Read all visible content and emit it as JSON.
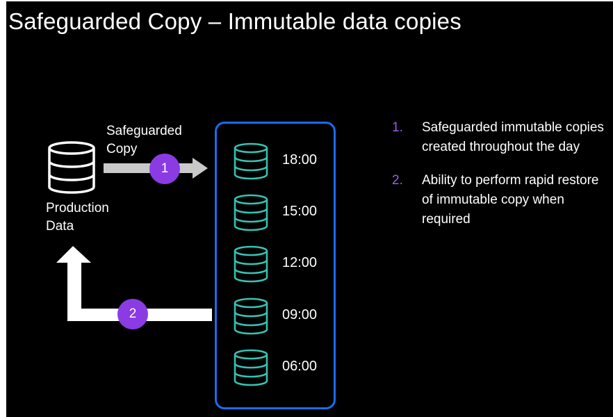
{
  "title": "Safeguarded Copy – Immutable data copies",
  "production": {
    "label_line1": "Production",
    "label_line2": "Data",
    "icon": "database-icon",
    "color": "#ffffff"
  },
  "copy_arrow": {
    "label_line1": "Safeguarded",
    "label_line2": "Copy",
    "badge": "1",
    "color": "#c9c9c9"
  },
  "restore_arrow": {
    "badge": "2",
    "color": "#ffffff"
  },
  "snapshots": {
    "border_color": "#1a6cf0",
    "icon_color": "#35c4b4",
    "items": [
      {
        "time": "18:00"
      },
      {
        "time": "15:00"
      },
      {
        "time": "12:00"
      },
      {
        "time": "09:00"
      },
      {
        "time": "06:00"
      }
    ]
  },
  "steps": [
    {
      "number": "1.",
      "text": "Safeguarded immutable copies created throughout the day"
    },
    {
      "number": "2.",
      "text": "Ability to perform rapid restore of immutable copy when required"
    }
  ],
  "colors": {
    "background": "#000000",
    "badge": "#8b3be3",
    "step_number": "#9a5cf0"
  }
}
